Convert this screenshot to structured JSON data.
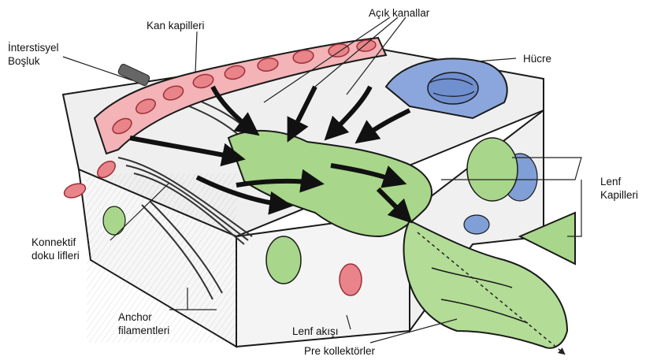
{
  "labels": {
    "blood_capillary": "Kan kapilleri",
    "open_channels": "Açık kanallar",
    "interstitial_line1": "İnterstisyel",
    "interstitial_line2": "Boşluk",
    "cell": "Hücre",
    "lymph_cap_line1": "Lenf",
    "lymph_cap_line2": "Kapilleri",
    "connective_line1": "Konnektif",
    "connective_line2": "doku lifleri",
    "anchor_line1": "Anchor",
    "anchor_line2": "filamentleri",
    "lymph_flow": "Lenf akışı",
    "pre_collectors": "Pre kollektörler"
  },
  "colors": {
    "blood": "#e8848a",
    "blood_dark": "#c9505a",
    "lymph": "#8fc870",
    "lymph_dark": "#5f9a48",
    "cell": "#6f8fcf",
    "cell_dark": "#4a6aa8",
    "tissue": "#f2f2f2",
    "ink": "#1a1a1a"
  }
}
